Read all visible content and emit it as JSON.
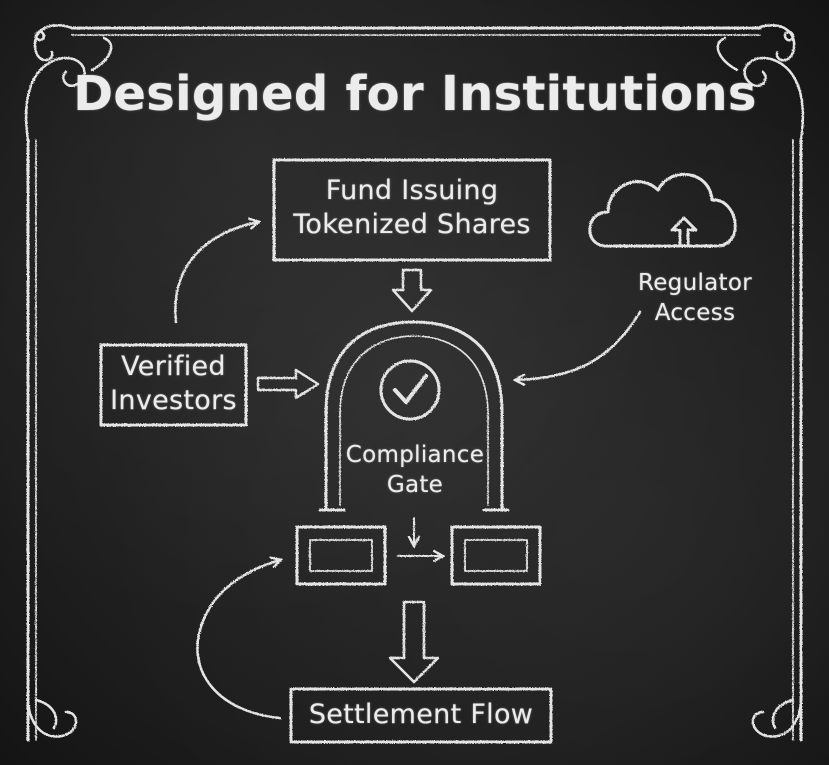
{
  "title": "Designed for Institutions",
  "nodes": {
    "fund": {
      "line1": "Fund Issuing",
      "line2": "Tokenized Shares"
    },
    "investors": {
      "line1": "Verified",
      "line2": "Investors"
    },
    "regulator": {
      "line1": "Regulator",
      "line2": "Access"
    },
    "gate": {
      "line1": "Compliance",
      "line2": "Gate"
    },
    "settlement": {
      "label": "Settlement Flow"
    }
  },
  "icons": [
    "checkmark-icon",
    "cloud-upload-icon"
  ],
  "colors": {
    "board": "#1d1d1d",
    "chalk": "#ececec"
  }
}
